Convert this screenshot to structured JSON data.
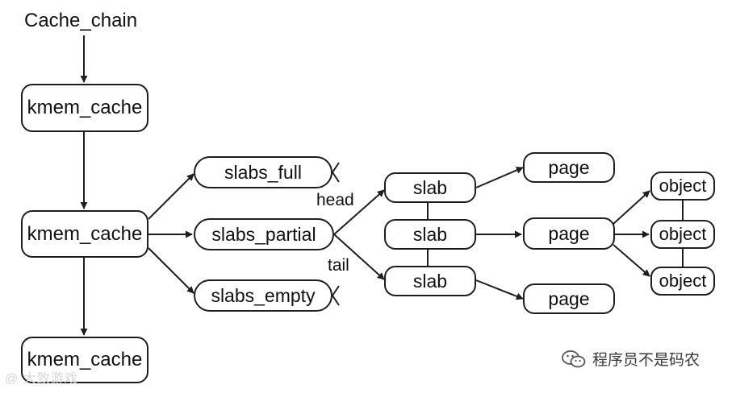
{
  "diagram": {
    "root_label": "Cache_chain",
    "kmem_cache_1": "kmem_cache",
    "kmem_cache_2": "kmem_cache",
    "kmem_cache_3": "kmem_cache",
    "slabs_full": "slabs_full",
    "slabs_partial": "slabs_partial",
    "slabs_empty": "slabs_empty",
    "head_label": "head",
    "tail_label": "tail",
    "slab_1": "slab",
    "slab_2": "slab",
    "slab_3": "slab",
    "page_1": "page",
    "page_2": "page",
    "page_3": "page",
    "object_1": "object",
    "object_2": "object",
    "object_3": "object"
  },
  "watermarks": {
    "left": "@ 大致游戏",
    "right": "程序员不是码农",
    "right_icon": "wechat-icon"
  },
  "colors": {
    "line": "#1e1e1e",
    "background": "#ffffff"
  }
}
